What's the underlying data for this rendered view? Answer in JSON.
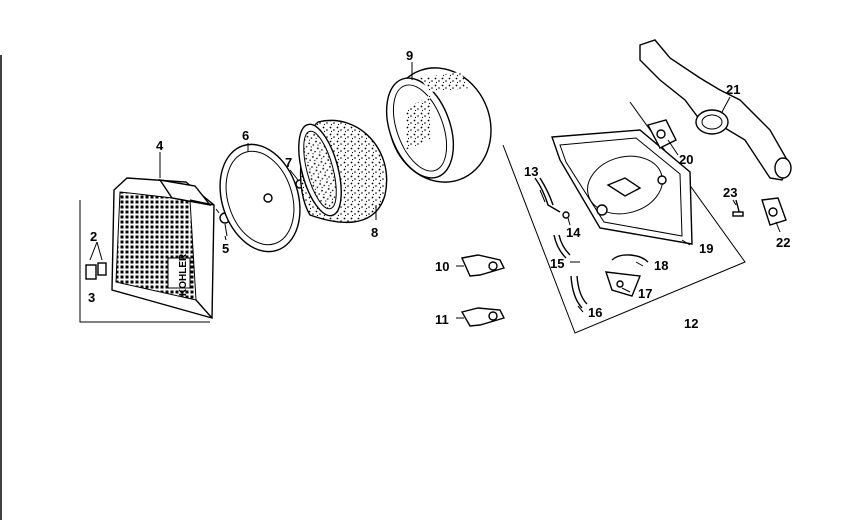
{
  "diagram": {
    "brand_text": "KOHLER",
    "callouts": {
      "c1": "2",
      "c2": "3",
      "c3": "4",
      "c4": "5",
      "c5": "6",
      "c6": "7",
      "c7": "8",
      "c8": "9",
      "c9": "10",
      "c10": "11",
      "c11": "12",
      "c12": "13",
      "c13": "14",
      "c14": "15",
      "c15": "16",
      "c16": "17",
      "c17": "18",
      "c18": "19",
      "c19": "20",
      "c20": "21",
      "c21": "22",
      "c22": "23"
    }
  }
}
